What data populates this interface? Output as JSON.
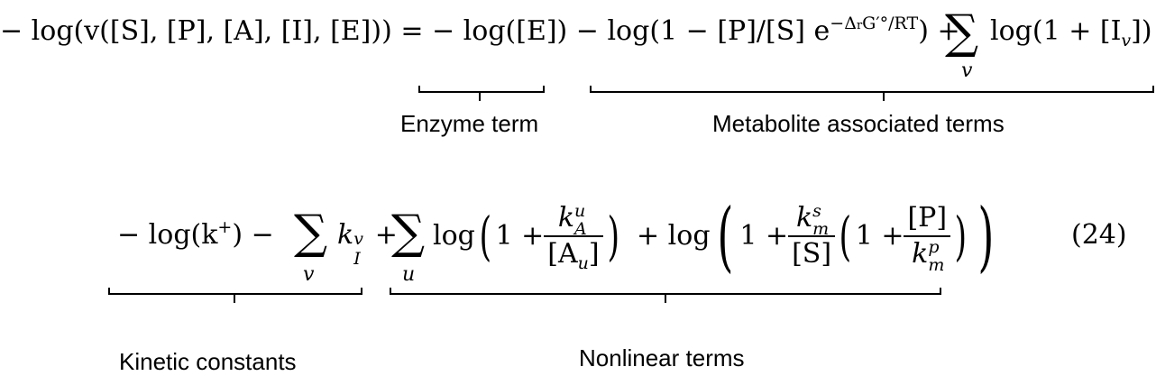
{
  "equation_line1": {
    "lhs": "− log(v([S], [P], [A], [I], [E])) = ",
    "enzyme_part": "− log([E])",
    "middle": " − log(1 − [P]/[S] e",
    "exponent": "−Δ",
    "exp_sub": "r",
    "exp_rest": "G′°/RT",
    "close": ") + ",
    "sum_symbol": "∑",
    "sum_index": "v",
    "tail": "log(1 + [I",
    "tail_sub": "v",
    "tail_close": "])"
  },
  "equation_line2": {
    "k_plus": "− log(k",
    "k_plus_sup": "+",
    "k_plus_close": ") − ",
    "sum_symbol": "∑",
    "sum1_index": "v",
    "kI": "k",
    "kI_sup": "v",
    "kI_sub": "I",
    "plus": " + ",
    "sum2_index": "u",
    "log1": "log",
    "one_plus": "1 + ",
    "frac1_num_k": "k",
    "frac1_num_sup": "u",
    "frac1_num_sub": "A",
    "frac1_den": "[A",
    "frac1_den_sub": "u",
    "frac1_den_close": "]",
    "plus2": " + log",
    "frac2_num_k": "k",
    "frac2_num_sup": "s",
    "frac2_num_sub": "m",
    "frac2_den": "[S]",
    "frac3_num": "[P]",
    "frac3_den_k": "k",
    "frac3_den_sup": "p",
    "frac3_den_sub": "m",
    "eq_number": "(24)"
  },
  "labels": {
    "enzyme_term": "Enzyme term",
    "metabolite_terms": "Metabolite associated terms",
    "kinetic_constants": "Kinetic constants",
    "nonlinear_terms": "Nonlinear terms"
  }
}
